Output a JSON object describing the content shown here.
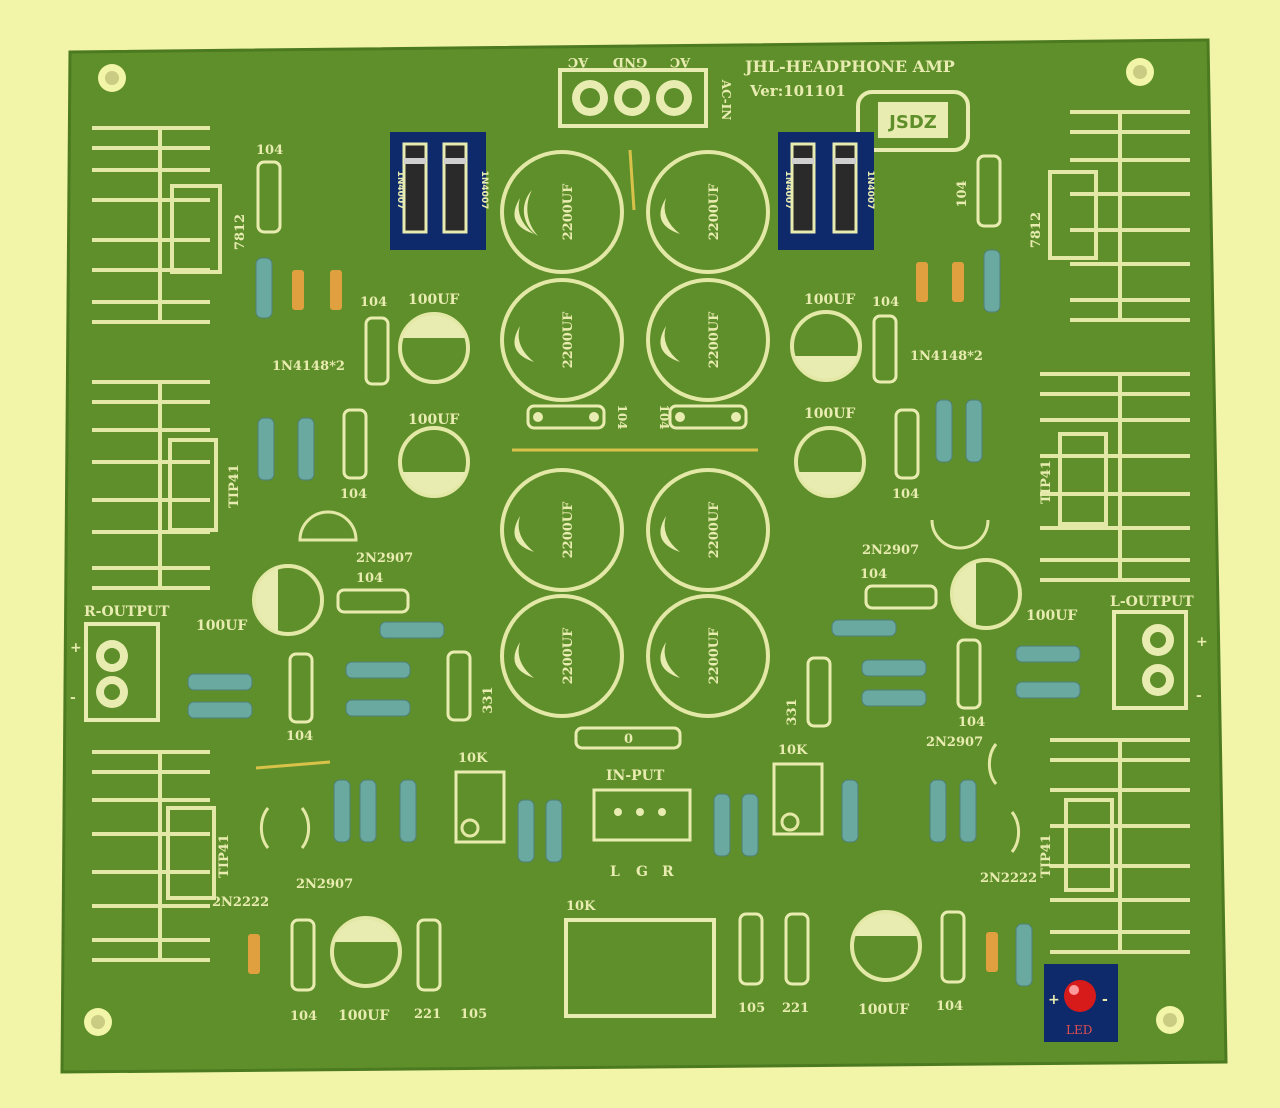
{
  "colors": {
    "background": "#f2f4a8",
    "board": "#5f8f2a",
    "silkscreen": "#e8ecb0",
    "highlight_box": "#0f2a6a",
    "led_red": "#d71a1a"
  },
  "board": {
    "title": "JHL-HEADPHONE AMP",
    "version": "Ver:101101",
    "brand": "JSDZ",
    "ac_in_label": "AC-IN",
    "terminal_labels": [
      "AC",
      "GND",
      "AC"
    ],
    "input_label": "IN-PUT",
    "input_pins": [
      "L",
      "G",
      "R"
    ],
    "r_output": "R-OUTPUT",
    "l_output": "L-OUTPUT",
    "led_label": "LED",
    "plus": "+",
    "minus": "-"
  },
  "labels": {
    "c104": "104",
    "c100uf": "100UF",
    "c2200uf": "2200UF",
    "diode": "1N4007",
    "n4148": "1N4148*2",
    "reg": "7812",
    "tip41": "TIP41",
    "q2907": "2N2907",
    "q2222": "2N2222",
    "c331": "331",
    "c221": "221",
    "c105": "105",
    "pot10k": "10K",
    "r0": "0"
  }
}
